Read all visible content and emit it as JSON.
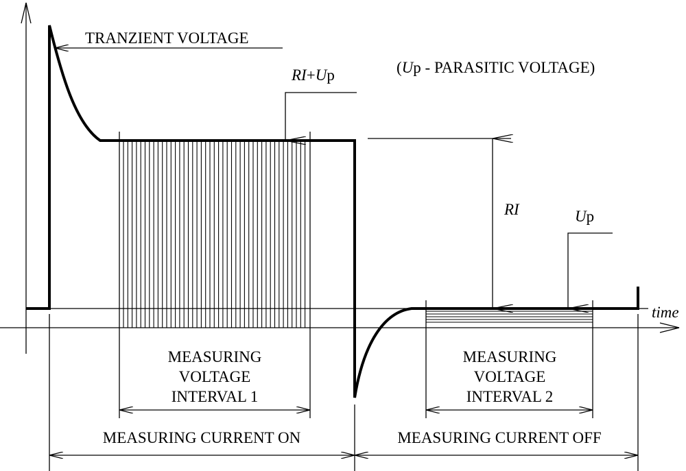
{
  "labels": {
    "transient_voltage": "TRANZIENT VOLTAGE",
    "parasitic_note_var": "U",
    "parasitic_note_sub": "p",
    "parasitic_note_rest": " - PARASITIC VOLTAGE)",
    "parasitic_note_open": "(",
    "ri_plus_up_ri": "RI",
    "ri_plus_up_plus": "+",
    "ri_plus_up_u": "U",
    "ri_plus_up_p": "p",
    "ri": "RI",
    "up_u": "U",
    "up_p": "p",
    "time": "time",
    "interval1_line1": "MEASURING",
    "interval1_line2": "VOLTAGE",
    "interval1_line3": "INTERVAL 1",
    "interval2_line1": "MEASURING",
    "interval2_line2": "VOLTAGE",
    "interval2_line3": "INTERVAL 2",
    "current_on": "MEASURING CURRENT ON",
    "current_off": "MEASURING CURRENT OFF"
  }
}
